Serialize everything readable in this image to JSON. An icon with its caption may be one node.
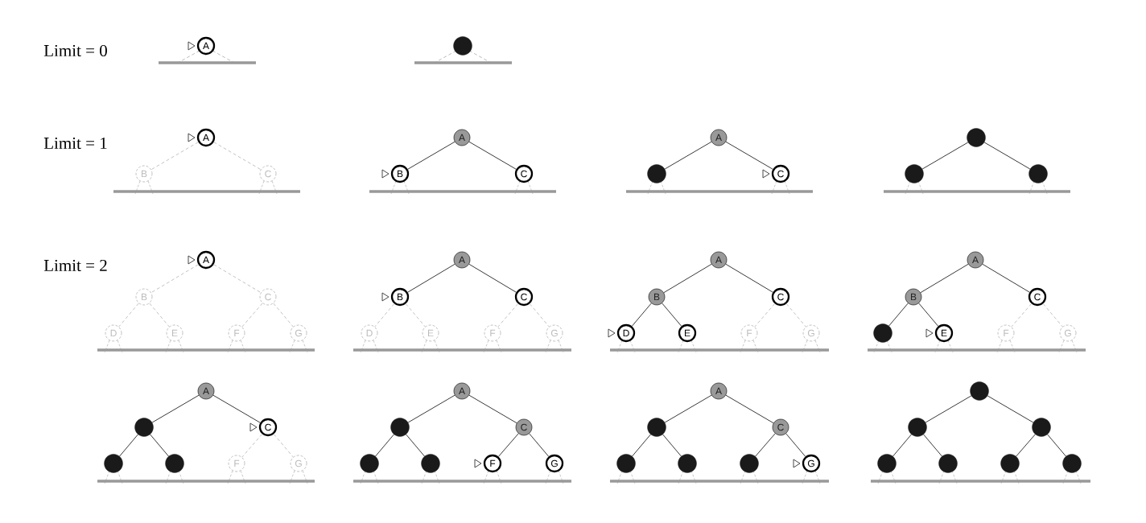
{
  "diagram": {
    "nodes": [
      {
        "text": [
          "A"
        ]
      },
      {
        "text": [],
        "shape": "circle"
      },
      {
        "text": [
          "A"
        ]
      },
      {
        "text": [
          "B"
        ]
      },
      {
        "text": [
          "C"
        ]
      },
      {
        "text": [
          "A"
        ]
      },
      {
        "text": [
          "B"
        ]
      },
      {
        "text": [
          "C"
        ]
      },
      {
        "text": [
          "A"
        ]
      },
      {
        "text": [],
        "shape": "circle"
      },
      {
        "text": [
          "C"
        ]
      },
      {
        "text": [],
        "shape": "circle"
      },
      {
        "text": [],
        "shape": "circle"
      },
      {
        "text": [],
        "shape": "circle"
      },
      {
        "text": [
          "A"
        ]
      },
      {
        "text": [
          "B"
        ]
      },
      {
        "text": [
          "C"
        ]
      },
      {
        "text": [
          "D"
        ]
      },
      {
        "text": [
          "E"
        ]
      },
      {
        "text": [
          "F"
        ]
      },
      {
        "text": [
          "G"
        ]
      },
      {
        "text": [
          "A"
        ]
      },
      {
        "text": [
          "B"
        ]
      },
      {
        "text": [
          "C"
        ]
      },
      {
        "text": [
          "D"
        ]
      },
      {
        "text": [
          "E"
        ]
      },
      {
        "text": [
          "F"
        ]
      },
      {
        "text": [
          "G"
        ]
      },
      {
        "text": [
          "A"
        ]
      },
      {
        "text": [
          "B"
        ]
      },
      {
        "text": [
          "C"
        ]
      },
      {
        "text": [
          "D"
        ]
      },
      {
        "text": [
          "E"
        ]
      },
      {
        "text": [
          "F"
        ]
      },
      {
        "text": [
          "G"
        ]
      },
      {
        "text": [
          "A"
        ]
      },
      {
        "text": [
          "B"
        ]
      },
      {
        "text": [
          "C"
        ]
      },
      {
        "text": [],
        "shape": "circle"
      },
      {
        "text": [
          "E"
        ]
      },
      {
        "text": [
          "F"
        ]
      },
      {
        "text": [
          "G"
        ]
      },
      {
        "text": [
          "A"
        ]
      },
      {
        "text": [],
        "shape": "circle"
      },
      {
        "text": [
          "C"
        ]
      },
      {
        "text": [],
        "shape": "circle"
      },
      {
        "text": [],
        "shape": "circle"
      },
      {
        "text": [
          "F"
        ]
      },
      {
        "text": [
          "G"
        ]
      },
      {
        "text": [
          "A"
        ]
      },
      {
        "text": [],
        "shape": "circle"
      },
      {
        "text": [
          "C"
        ]
      },
      {
        "text": [],
        "shape": "circle"
      },
      {
        "text": [],
        "shape": "circle"
      },
      {
        "text": [
          "F"
        ]
      },
      {
        "text": [
          "G"
        ]
      },
      {
        "text": [
          "A"
        ]
      },
      {
        "text": [],
        "shape": "circle"
      },
      {
        "text": [
          "C"
        ]
      },
      {
        "text": [],
        "shape": "circle"
      },
      {
        "text": [],
        "shape": "circle"
      },
      {
        "text": [],
        "shape": "circle"
      },
      {
        "text": [
          "G"
        ]
      },
      {
        "text": [],
        "shape": "circle"
      },
      {
        "text": [],
        "shape": "circle"
      },
      {
        "text": [],
        "shape": "circle"
      },
      {
        "text": [],
        "shape": "circle"
      },
      {
        "text": [],
        "shape": "circle"
      },
      {
        "text": [],
        "shape": "circle"
      },
      {
        "text": [],
        "shape": "circle"
      }
    ],
    "edges": [
      {
        "from": 2,
        "to": 3,
        "arrow": "none",
        "style": "dashed",
        "color": "#bbbbbb"
      },
      {
        "from": 2,
        "to": 4,
        "arrow": "none",
        "style": "dashed",
        "color": "#bbbbbb"
      },
      {
        "from": 5,
        "to": 6,
        "arrow": "none"
      },
      {
        "from": 5,
        "to": 7,
        "arrow": "none"
      },
      {
        "from": 8,
        "to": 9,
        "arrow": "none"
      },
      {
        "from": 8,
        "to": 10,
        "arrow": "none"
      },
      {
        "from": 11,
        "to": 12,
        "arrow": "none"
      },
      {
        "from": 11,
        "to": 13,
        "arrow": "none"
      },
      {
        "from": 14,
        "to": 15,
        "arrow": "none",
        "style": "dashed",
        "color": "#bbbbbb"
      },
      {
        "from": 14,
        "to": 16,
        "arrow": "none",
        "style": "dashed",
        "color": "#bbbbbb"
      },
      {
        "from": 15,
        "to": 17,
        "arrow": "none",
        "style": "dashed",
        "color": "#bbbbbb"
      },
      {
        "from": 15,
        "to": 18,
        "arrow": "none",
        "style": "dashed",
        "color": "#bbbbbb"
      },
      {
        "from": 16,
        "to": 19,
        "arrow": "none",
        "style": "dashed",
        "color": "#bbbbbb"
      },
      {
        "from": 16,
        "to": 20,
        "arrow": "none",
        "style": "dashed",
        "color": "#bbbbbb"
      },
      {
        "from": 21,
        "to": 22,
        "arrow": "none"
      },
      {
        "from": 21,
        "to": 23,
        "arrow": "none"
      },
      {
        "from": 22,
        "to": 24,
        "arrow": "none",
        "style": "dashed",
        "color": "#bbbbbb"
      },
      {
        "from": 22,
        "to": 25,
        "arrow": "none",
        "style": "dashed",
        "color": "#bbbbbb"
      },
      {
        "from": 23,
        "to": 26,
        "arrow": "none",
        "style": "dashed",
        "color": "#bbbbbb"
      },
      {
        "from": 23,
        "to": 27,
        "arrow": "none",
        "style": "dashed",
        "color": "#bbbbbb"
      },
      {
        "from": 28,
        "to": 29,
        "arrow": "none"
      },
      {
        "from": 28,
        "to": 30,
        "arrow": "none"
      },
      {
        "from": 29,
        "to": 31,
        "arrow": "none"
      },
      {
        "from": 29,
        "to": 32,
        "arrow": "none"
      },
      {
        "from": 30,
        "to": 33,
        "arrow": "none",
        "style": "dashed",
        "color": "#bbbbbb"
      },
      {
        "from": 30,
        "to": 34,
        "arrow": "none",
        "style": "dashed",
        "color": "#bbbbbb"
      },
      {
        "from": 35,
        "to": 36,
        "arrow": "none"
      },
      {
        "from": 35,
        "to": 37,
        "arrow": "none"
      },
      {
        "from": 36,
        "to": 38,
        "arrow": "none"
      },
      {
        "from": 36,
        "to": 39,
        "arrow": "none"
      },
      {
        "from": 37,
        "to": 40,
        "arrow": "none",
        "style": "dashed",
        "color": "#bbbbbb"
      },
      {
        "from": 37,
        "to": 41,
        "arrow": "none",
        "style": "dashed",
        "color": "#bbbbbb"
      },
      {
        "from": 42,
        "to": 43,
        "arrow": "none"
      },
      {
        "from": 42,
        "to": 44,
        "arrow": "none"
      },
      {
        "from": 43,
        "to": 45,
        "arrow": "none"
      },
      {
        "from": 43,
        "to": 46,
        "arrow": "none"
      },
      {
        "from": 44,
        "to": 47,
        "arrow": "none",
        "style": "dashed",
        "color": "#bbbbbb"
      },
      {
        "from": 44,
        "to": 48,
        "arrow": "none",
        "style": "dashed",
        "color": "#bbbbbb"
      },
      {
        "from": 49,
        "to": 50,
        "arrow": "none"
      },
      {
        "from": 49,
        "to": 51,
        "arrow": "none"
      },
      {
        "from": 50,
        "to": 52,
        "arrow": "none"
      },
      {
        "from": 50,
        "to": 53,
        "arrow": "none"
      },
      {
        "from": 51,
        "to": 54,
        "arrow": "none"
      },
      {
        "from": 51,
        "to": 55,
        "arrow": "none"
      },
      {
        "from": 56,
        "to": 57,
        "arrow": "none"
      },
      {
        "from": 56,
        "to": 58,
        "arrow": "none"
      },
      {
        "from": 57,
        "to": 59,
        "arrow": "none"
      },
      {
        "from": 57,
        "to": 60,
        "arrow": "none"
      },
      {
        "from": 58,
        "to": 61,
        "arrow": "none"
      },
      {
        "from": 58,
        "to": 62,
        "arrow": "none"
      },
      {
        "from": 63,
        "to": 64,
        "arrow": "none"
      },
      {
        "from": 63,
        "to": 65,
        "arrow": "none"
      },
      {
        "from": 64,
        "to": 66,
        "arrow": "none"
      },
      {
        "from": 64,
        "to": 67,
        "arrow": "none"
      },
      {
        "from": 65,
        "to": 68,
        "arrow": "none"
      },
      {
        "from": 65,
        "to": 69,
        "arrow": "none"
      }
    ],
    "labels": [
      "Limit = 0",
      "Limit = 1",
      "Limit = 2"
    ]
  }
}
